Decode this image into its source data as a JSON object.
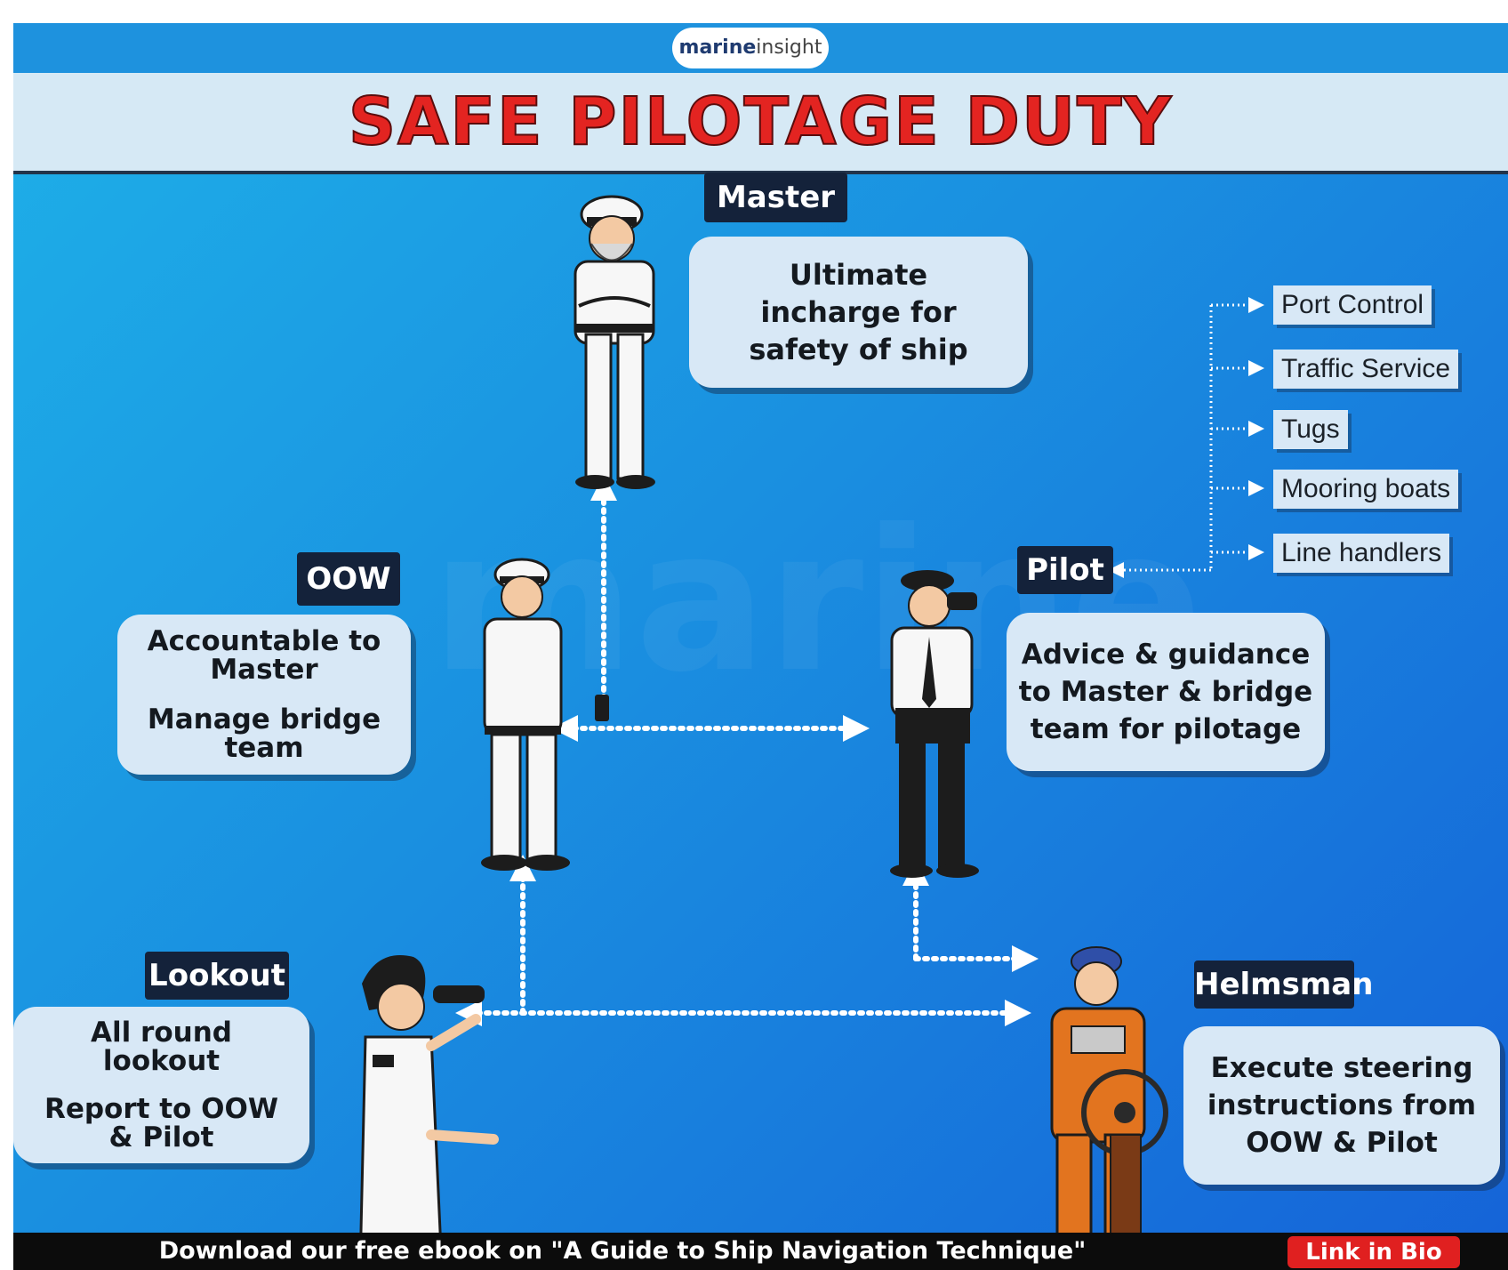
{
  "header": {
    "logo_main": "marine",
    "logo_sub": "insight",
    "title": "SAFE PILOTAGE DUTY"
  },
  "watermark": "marine",
  "roles": {
    "master": {
      "label": "Master",
      "description": [
        "Ultimate",
        "incharge for",
        "safety of ship"
      ]
    },
    "oow": {
      "label": "OOW",
      "description_1": [
        "Accountable to",
        "Master"
      ],
      "description_2": [
        "Manage bridge",
        "team"
      ]
    },
    "pilot": {
      "label": "Pilot",
      "description": [
        "Advice & guidance",
        "to Master & bridge",
        "team for pilotage"
      ]
    },
    "lookout": {
      "label": "Lookout",
      "description_1": [
        "All round",
        "lookout"
      ],
      "description_2": [
        "Report to OOW",
        "& Pilot"
      ]
    },
    "helmsman": {
      "label": "Helmsman",
      "description": [
        "Execute steering",
        "instructions from",
        "OOW & Pilot"
      ]
    }
  },
  "pilot_contacts": [
    "Port Control",
    "Traffic Service",
    "Tugs",
    "Mooring boats",
    "Line handlers"
  ],
  "footer": {
    "text": "Download our free ebook on \"A Guide to Ship Navigation Technique\"",
    "badge": "Link in Bio"
  },
  "colors": {
    "title_red": "#e32421",
    "label_bg": "#14223a",
    "box_bg": "#d8e8f6",
    "footer_bg": "#0c0c0c",
    "badge_red": "#e02020"
  }
}
